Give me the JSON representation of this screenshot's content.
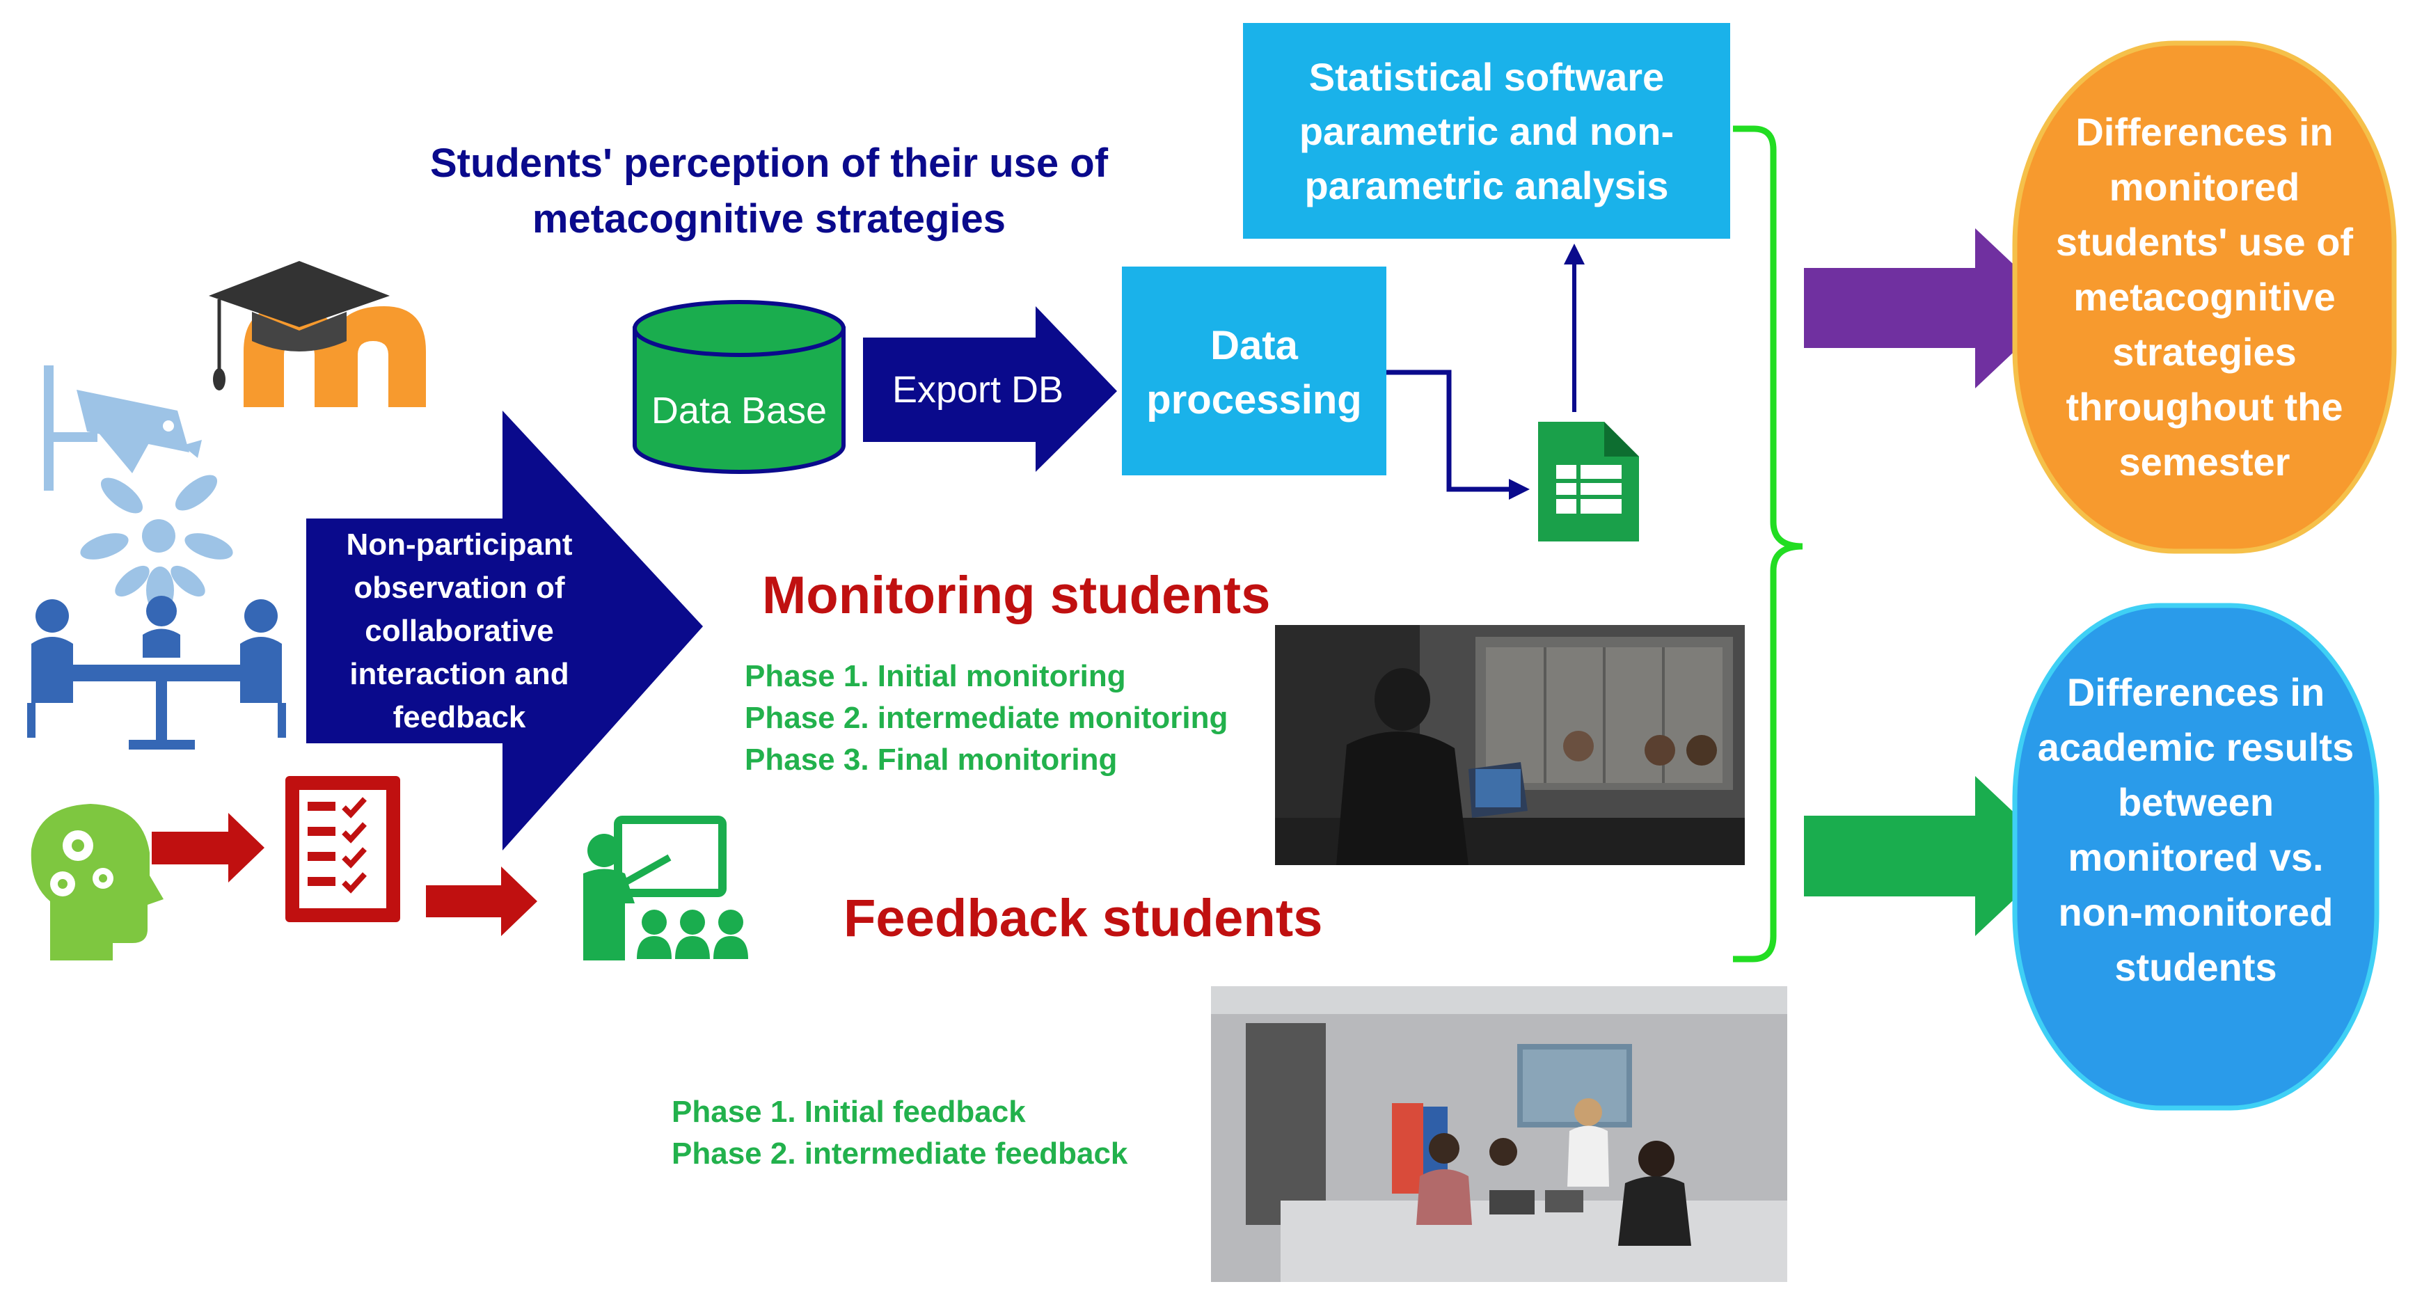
{
  "perception_title": "Students' perception of their use of metacognitive strategies",
  "database_label": "Data Base",
  "export_label": "Export DB",
  "processing_label": "Data processing",
  "stats_label": "Statistical software parametric and non-parametric analysis",
  "observation_label": "Non-participant observation of collaborative interaction and feedback",
  "monitoring_title": "Monitoring students",
  "monitoring_phases": [
    "Phase 1. Initial monitoring",
    "Phase 2. intermediate monitoring",
    "Phase 3. Final monitoring"
  ],
  "feedback_title": "Feedback students",
  "feedback_phases": [
    "Phase 1. Initial feedback",
    "Phase 2. intermediate feedback"
  ],
  "result_top": "Differences in monitored students' use of metacognitive strategies throughout the semester",
  "result_bottom": "Differences in academic results between monitored vs. non-monitored students",
  "colors": {
    "navy": "#0a0a8c",
    "sky": "#1ab2ea",
    "green": "#1aad4e",
    "phase_green": "#22b14c",
    "red": "#c01010",
    "purple": "#7030a0",
    "orange": "#f79a2e",
    "blue_oval": "#2a9bea",
    "bright_green": "#22dd22",
    "icon_blue": "#3567b5",
    "light_blue": "#9dc3e6"
  }
}
